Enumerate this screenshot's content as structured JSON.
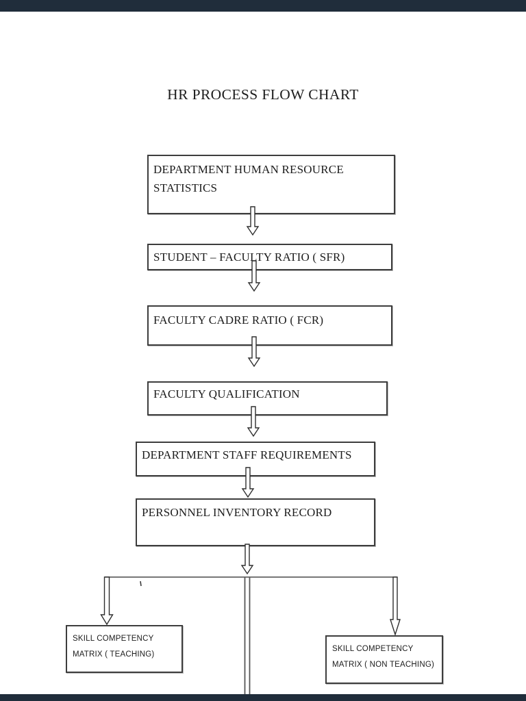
{
  "page": {
    "background_color": "#ffffff",
    "viewer_bar_color": "#202d3b"
  },
  "title": "HR PROCESS FLOW CHART",
  "flowchart": {
    "nodes": [
      {
        "id": "department-human-resource-statistics",
        "label": "DEPARTMENT HUMAN RESOURCE STATISTICS"
      },
      {
        "id": "student-faculty-ratio",
        "label": "STUDENT – FACULTY RATIO ( SFR)"
      },
      {
        "id": "faculty-cadre-ratio",
        "label": "FACULTY CADRE RATIO ( FCR)"
      },
      {
        "id": "faculty-qualification",
        "label": "FACULTY QUALIFICATION"
      },
      {
        "id": "department-staff-requirements",
        "label": "DEPARTMENT STAFF REQUIREMENTS"
      },
      {
        "id": "personnel-inventory-record",
        "label": "PERSONNEL INVENTORY RECORD"
      },
      {
        "id": "skill-competency-matrix-teaching",
        "label": "SKILL COMPETENCY MATRIX ( TEACHING)"
      },
      {
        "id": "skill-competency-matrix-non-teaching",
        "label": "SKILL COMPETENCY MATRIX ( NON TEACHING)"
      }
    ],
    "edges": [
      {
        "from": "department-human-resource-statistics",
        "to": "student-faculty-ratio"
      },
      {
        "from": "student-faculty-ratio",
        "to": "faculty-cadre-ratio"
      },
      {
        "from": "faculty-cadre-ratio",
        "to": "faculty-qualification"
      },
      {
        "from": "faculty-qualification",
        "to": "department-staff-requirements"
      },
      {
        "from": "department-staff-requirements",
        "to": "personnel-inventory-record"
      },
      {
        "from": "personnel-inventory-record",
        "to": "skill-competency-matrix-teaching"
      },
      {
        "from": "personnel-inventory-record",
        "to": "skill-competency-matrix-non-teaching"
      },
      {
        "from": "personnel-inventory-record",
        "to": "continues-off-page"
      }
    ]
  }
}
